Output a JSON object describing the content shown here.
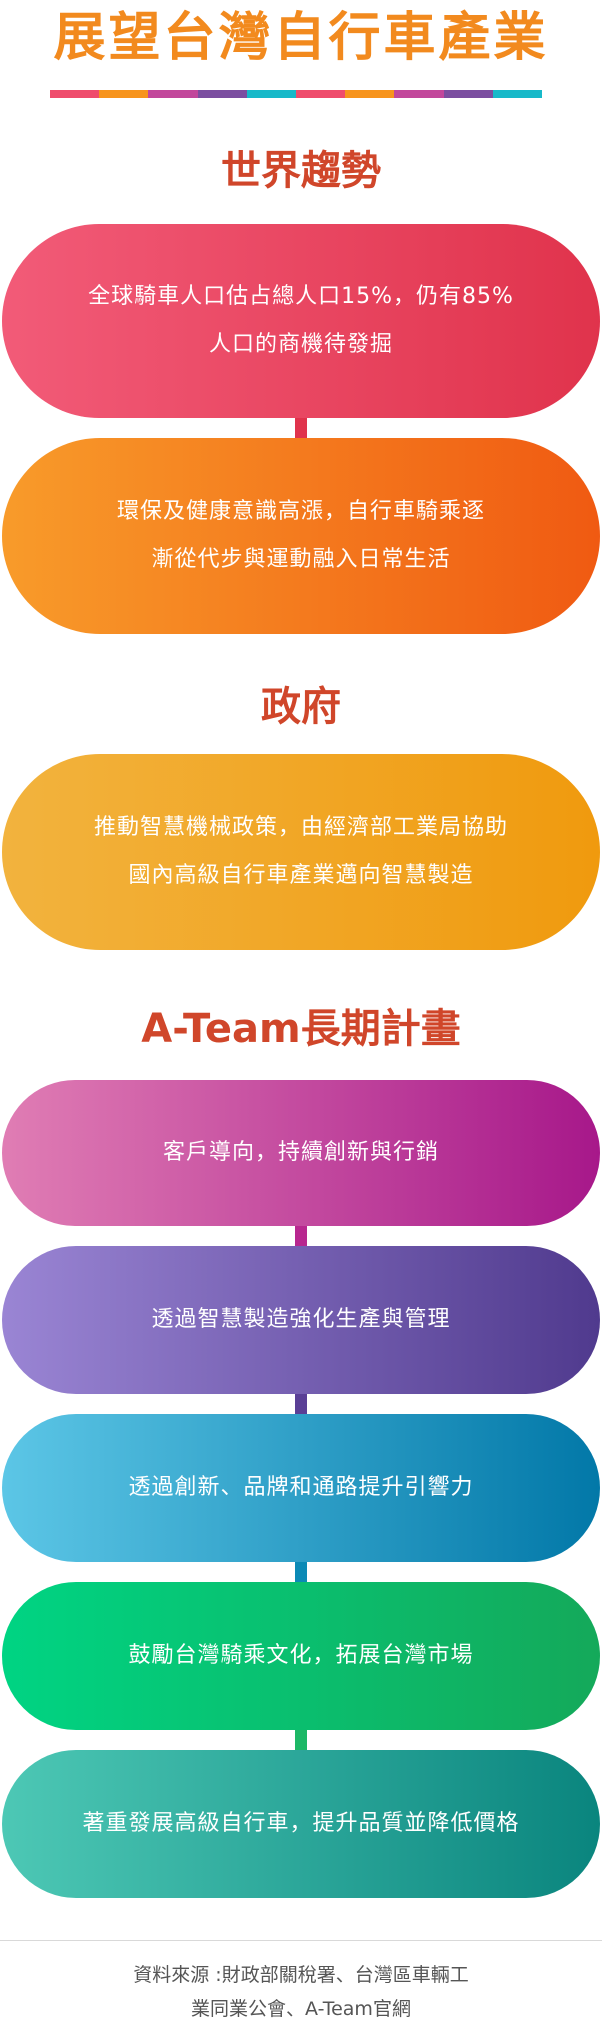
{
  "title": "展望台灣自行車產業",
  "color_bar": [
    "#EF4C6C",
    "#F7941D",
    "#C2479B",
    "#7B4EA0",
    "#17B9C9",
    "#EF4C6C",
    "#F7941D",
    "#C2479B",
    "#7B4EA0",
    "#17B9C9"
  ],
  "sections": [
    {
      "heading": "世界趨勢",
      "items": [
        {
          "line1": "全球騎車人口估占總人口15%，仍有85%",
          "line2": "人口的商機待發掘",
          "gradient": [
            "#F25B78",
            "#E0334C"
          ],
          "connector": "#E0334C"
        },
        {
          "line1": "環保及健康意識高漲，自行車騎乘逐",
          "line2": "漸從代步與運動融入日常生活",
          "gradient": [
            "#F89B2A",
            "#F05A12"
          ]
        }
      ]
    },
    {
      "heading": "政府",
      "items": [
        {
          "line1": "推動智慧機械政策，由經濟部工業局協助",
          "line2": "國內高級自行車產業邁向智慧製造",
          "gradient": [
            "#F2B33E",
            "#F09A0E"
          ]
        }
      ]
    },
    {
      "heading": "A-Team長期計畫",
      "items": [
        {
          "line1": "客戶導向，持續創新與行銷",
          "gradient": [
            "#E07DB4",
            "#A7188A"
          ],
          "connector": "#B8278F"
        },
        {
          "line1": "透過智慧製造強化生產與管理",
          "gradient": [
            "#9A85D4",
            "#503A8E"
          ],
          "connector": "#5A3F96"
        },
        {
          "line1": "透過創新、品牌和通路提升引響力",
          "gradient": [
            "#5CC6E6",
            "#0278A8"
          ],
          "connector": "#0B8AB6"
        },
        {
          "line1": "鼓勵台灣騎乘文化，拓展台灣市場",
          "gradient": [
            "#00D483",
            "#14A95A"
          ],
          "connector": "#1DB866"
        },
        {
          "line1": "著重發展高級自行車，提升品質並降低價格",
          "gradient": [
            "#4DC8B5",
            "#0A857E"
          ]
        }
      ]
    }
  ],
  "source": {
    "line1": "資料來源 :財政部關稅署、台灣區車輛工",
    "line2": "業同業公會、A-Team官網"
  }
}
